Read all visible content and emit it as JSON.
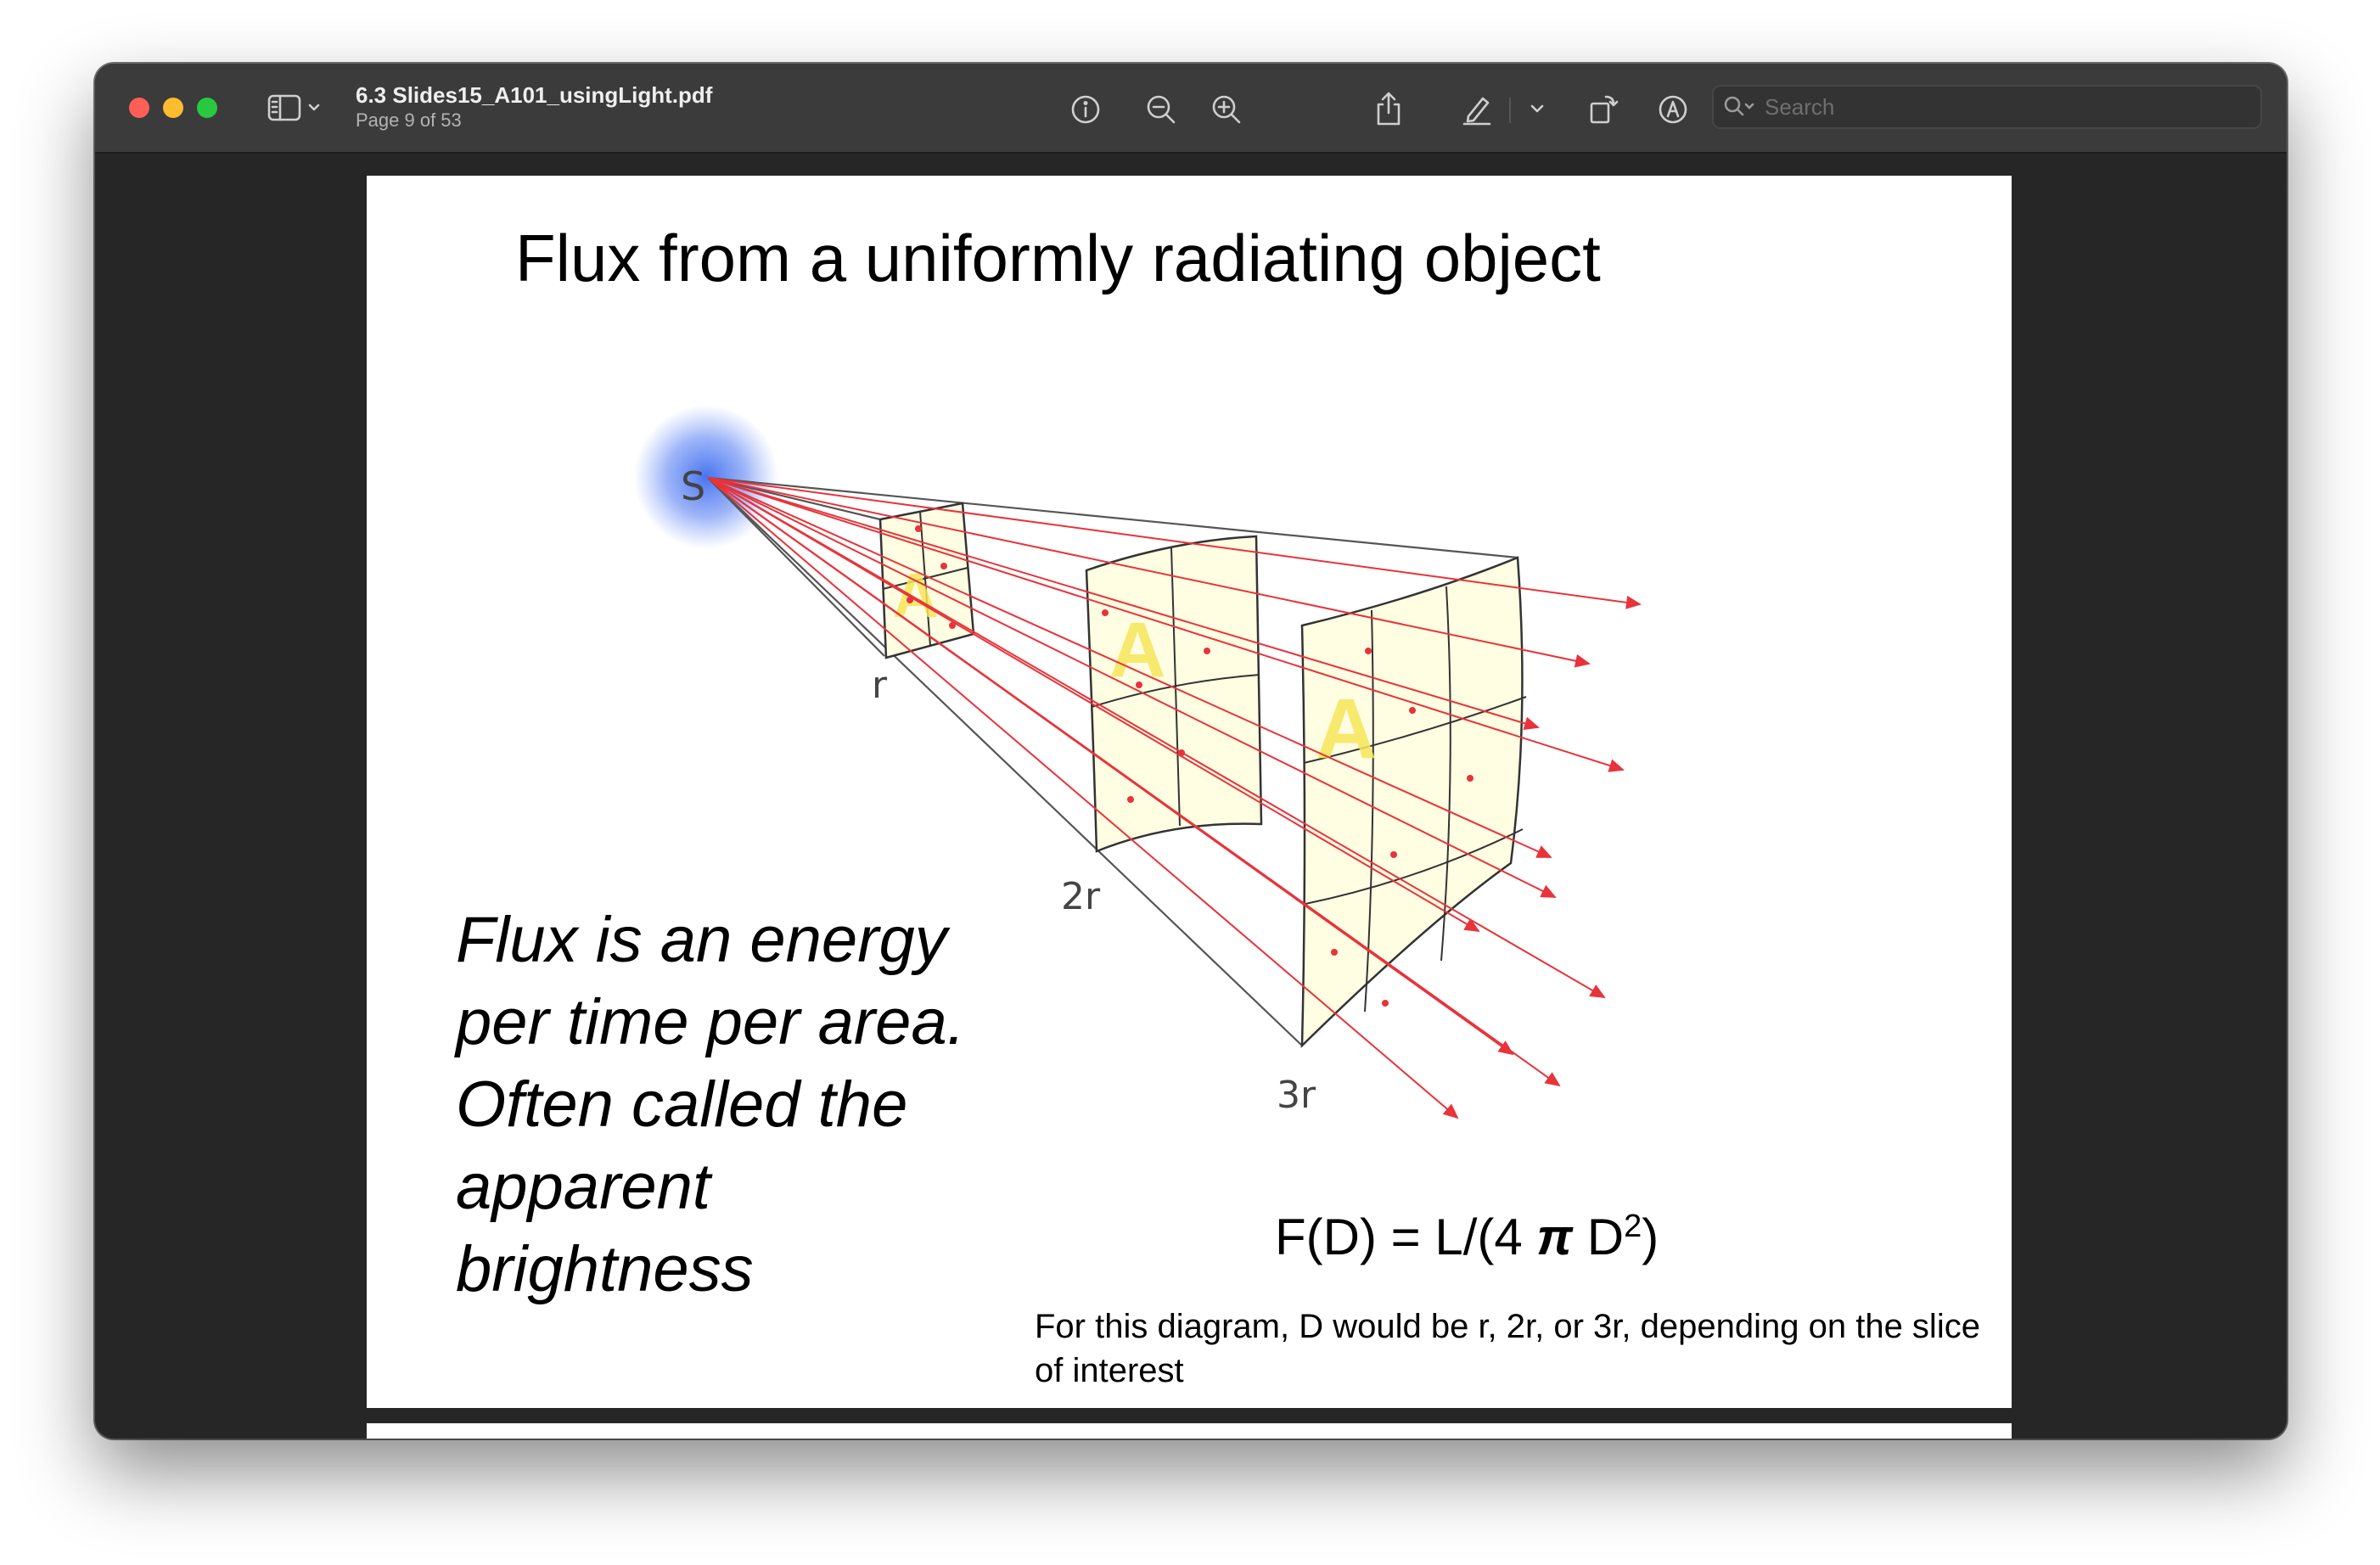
{
  "window": {
    "title": "6.3 Slides15_A101_usingLight.pdf",
    "subtitle": "Page 9 of 53"
  },
  "toolbar": {
    "icons": [
      "sidebar-toggle-icon",
      "chevron-down-icon",
      "info-icon",
      "zoom-out-icon",
      "zoom-in-icon",
      "share-icon",
      "highlight-pen-icon",
      "chevron-down-icon",
      "rotate-icon",
      "markup-icon",
      "form-fill-icon",
      "search-icon"
    ],
    "search_placeholder": "Search"
  },
  "slide": {
    "title": "Flux from a uniformly radiating object",
    "body_lines": [
      "Flux is an energy",
      "per time per area.",
      "Often called the",
      "apparent",
      "brightness"
    ],
    "formula_main": "F(D) = L/(4 ",
    "formula_pi": "π",
    "formula_d": " D",
    "formula_exp": "2",
    "formula_close": ")",
    "note": "For this diagram, D would be r, 2r, or 3r, depending on the slice of interest"
  },
  "diagram": {
    "source_label": "S",
    "distance_labels": [
      "r",
      "2r",
      "3r"
    ],
    "area_label": "A",
    "colors": {
      "ray": "#e8333a",
      "surface_fill": "#fffde2",
      "glow": "#3f6df0",
      "edge": "#444444"
    }
  }
}
